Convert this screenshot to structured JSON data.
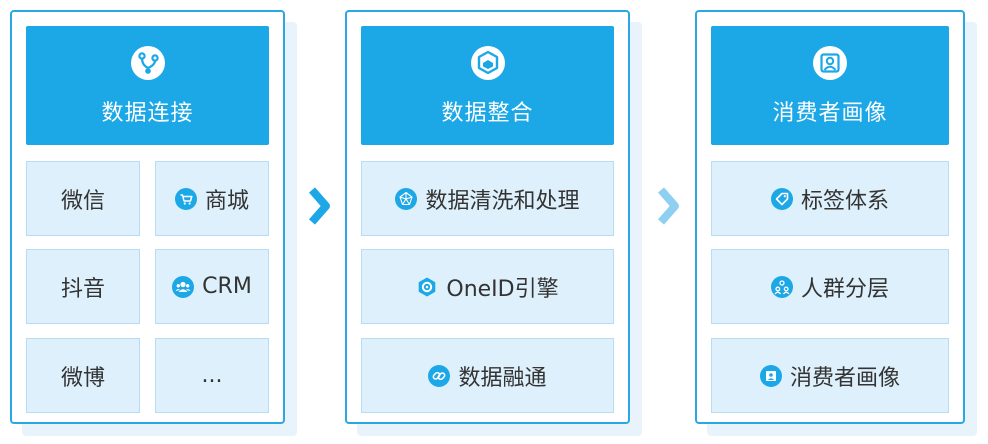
{
  "columns": [
    {
      "title": "数据连接",
      "head_icon": "connection-icon",
      "items": [
        {
          "label": "微信",
          "icon": null
        },
        {
          "label": "商城",
          "icon": "shopping-cart-icon"
        },
        {
          "label": "抖音",
          "icon": null
        },
        {
          "label": "CRM",
          "icon": "users-icon"
        },
        {
          "label": "微博",
          "icon": null
        },
        {
          "label": "...",
          "icon": null
        }
      ]
    },
    {
      "title": "数据整合",
      "head_icon": "cube-icon",
      "items": [
        {
          "label": "数据清洗和处理",
          "icon": "network-icon"
        },
        {
          "label": "OneID引擎",
          "icon": "gear-hex-icon"
        },
        {
          "label": "数据融通",
          "icon": "link-icon"
        }
      ]
    },
    {
      "title": "消费者画像",
      "head_icon": "portrait-icon",
      "items": [
        {
          "label": "标签体系",
          "icon": "tag-icon"
        },
        {
          "label": "人群分层",
          "icon": "group-icon"
        },
        {
          "label": "消费者画像",
          "icon": "id-card-icon"
        }
      ]
    }
  ],
  "colors": {
    "primary": "#1ca7e6",
    "border": "#2aa8e4",
    "box_fill": "#ddf0fb",
    "box_border": "#b7dcf3",
    "shadow": "#e9f3fb"
  }
}
